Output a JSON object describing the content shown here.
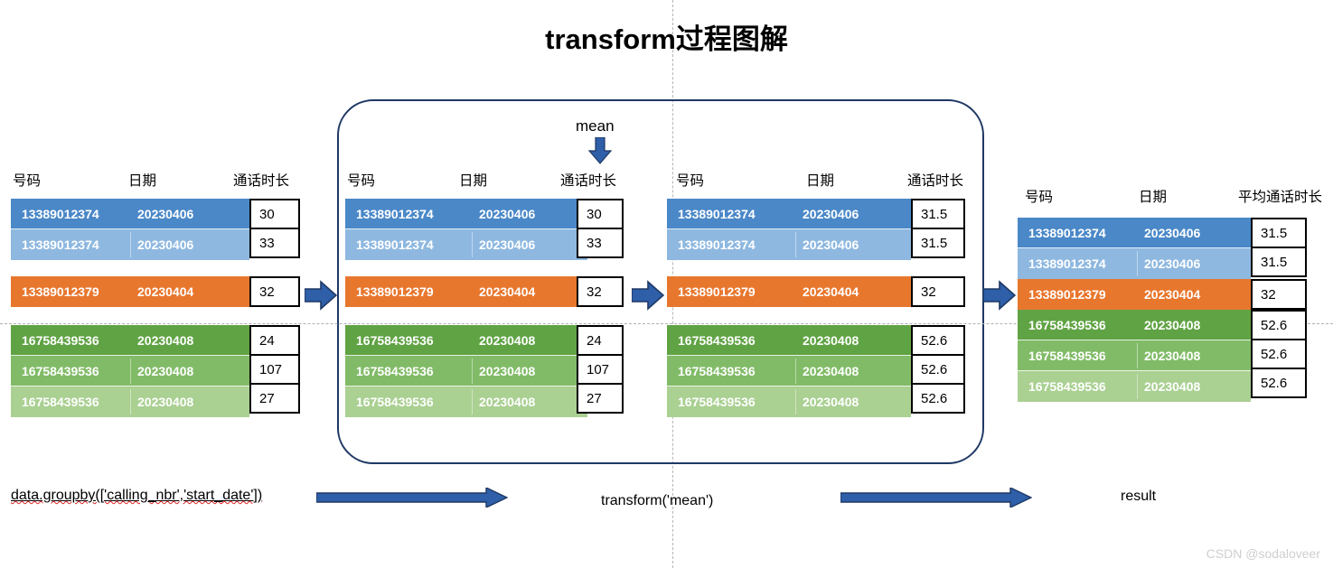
{
  "title": "transform过程图解",
  "watermark": "CSDN @sodaloveer",
  "mean_label": "mean",
  "headers": {
    "number": "号码",
    "date": "日期",
    "duration": "通话时长",
    "mean_duration": "平均通话时长"
  },
  "captions": {
    "groupby": "data.groupby(['calling_nbr','start_date'])",
    "transform": "transform('mean')",
    "result": "result"
  },
  "colors": {
    "blue_dark": "#4A88C8",
    "blue_light": "#8EB8E0",
    "orange": "#E8772E",
    "green_dark": "#60A344",
    "green_mid": "#81BB67",
    "green_light": "#AAD092",
    "arrow_blue": "#2E5FA8",
    "arrow_outline": "#1F3864",
    "box_border": "#1F3864"
  },
  "tables": [
    {
      "id": "table-source",
      "columns": [
        "号码",
        "日期",
        "通话时长"
      ],
      "groups": [
        {
          "color_key": "blue",
          "rows": [
            {
              "number": "13389012374",
              "date": "20230406",
              "duration": "30"
            },
            {
              "number": "13389012374",
              "date": "20230406",
              "duration": "33"
            }
          ]
        },
        {
          "color_key": "orange",
          "rows": [
            {
              "number": "13389012379",
              "date": "20230404",
              "duration": "32"
            }
          ]
        },
        {
          "color_key": "green",
          "rows": [
            {
              "number": "16758439536",
              "date": "20230408",
              "duration": "24"
            },
            {
              "number": "16758439536",
              "date": "20230408",
              "duration": "107"
            },
            {
              "number": "16758439536",
              "date": "20230408",
              "duration": "27"
            }
          ]
        }
      ]
    },
    {
      "id": "table-grouped",
      "columns": [
        "号码",
        "日期",
        "通话时长"
      ],
      "groups": [
        {
          "color_key": "blue",
          "rows": [
            {
              "number": "13389012374",
              "date": "20230406",
              "duration": "30"
            },
            {
              "number": "13389012374",
              "date": "20230406",
              "duration": "33"
            }
          ]
        },
        {
          "color_key": "orange",
          "rows": [
            {
              "number": "13389012379",
              "date": "20230404",
              "duration": "32"
            }
          ]
        },
        {
          "color_key": "green",
          "rows": [
            {
              "number": "16758439536",
              "date": "20230408",
              "duration": "24"
            },
            {
              "number": "16758439536",
              "date": "20230408",
              "duration": "107"
            },
            {
              "number": "16758439536",
              "date": "20230408",
              "duration": "27"
            }
          ]
        }
      ]
    },
    {
      "id": "table-transformed",
      "columns": [
        "号码",
        "日期",
        "通话时长"
      ],
      "groups": [
        {
          "color_key": "blue",
          "rows": [
            {
              "number": "13389012374",
              "date": "20230406",
              "duration": "31.5"
            },
            {
              "number": "13389012374",
              "date": "20230406",
              "duration": "31.5"
            }
          ]
        },
        {
          "color_key": "orange",
          "rows": [
            {
              "number": "13389012379",
              "date": "20230404",
              "duration": "32"
            }
          ]
        },
        {
          "color_key": "green",
          "rows": [
            {
              "number": "16758439536",
              "date": "20230408",
              "duration": "52.6"
            },
            {
              "number": "16758439536",
              "date": "20230408",
              "duration": "52.6"
            },
            {
              "number": "16758439536",
              "date": "20230408",
              "duration": "52.6"
            }
          ]
        }
      ]
    },
    {
      "id": "table-result",
      "columns": [
        "号码",
        "日期",
        "平均通话时长"
      ],
      "groups": [
        {
          "color_key": "blue",
          "rows": [
            {
              "number": "13389012374",
              "date": "20230406",
              "duration": "31.5"
            },
            {
              "number": "13389012374",
              "date": "20230406",
              "duration": "31.5"
            }
          ]
        },
        {
          "color_key": "orange",
          "rows": [
            {
              "number": "13389012379",
              "date": "20230404",
              "duration": "32"
            }
          ]
        },
        {
          "color_key": "green",
          "rows": [
            {
              "number": "16758439536",
              "date": "20230408",
              "duration": "52.6"
            },
            {
              "number": "16758439536",
              "date": "20230408",
              "duration": "52.6"
            },
            {
              "number": "16758439536",
              "date": "20230408",
              "duration": "52.6"
            }
          ]
        }
      ]
    }
  ]
}
